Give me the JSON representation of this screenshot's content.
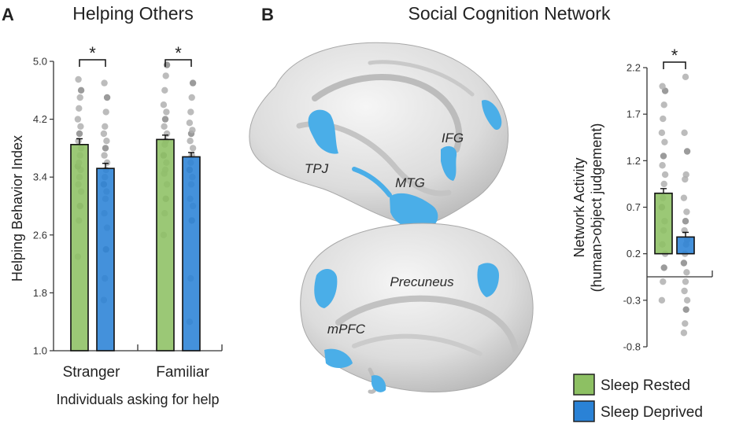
{
  "panel_a": {
    "letter": "A",
    "title": "Helping Others"
  },
  "panel_b": {
    "letter": "B",
    "title": "Social Cognition Network",
    "regions": [
      "TPJ",
      "IFG",
      "MTG",
      "Precuneus",
      "mPFC"
    ]
  },
  "legend": {
    "items": [
      {
        "label": "Sleep Rested",
        "color": "#8dc063"
      },
      {
        "label": "Sleep Deprived",
        "color": "#2a82d6"
      }
    ]
  },
  "colors": {
    "rested": "#8dc063",
    "deprived": "#2a82d6",
    "brain_blob": "#4aaee8",
    "dots": "#b0b0b0",
    "dots_dark": "#8a8a8a"
  },
  "chart_data": [
    {
      "type": "bar",
      "title": "Helping Others",
      "ylabel": "Helping Behavior Index",
      "xlabel": "Individuals asking for help",
      "categories": [
        "Stranger",
        "Familiar"
      ],
      "ylim": [
        1.0,
        5.0
      ],
      "yticks": [
        "1.0",
        "1.8",
        "2.6",
        "3.4",
        "4.2",
        "5.0"
      ],
      "significance": [
        "*",
        "*"
      ],
      "series": [
        {
          "name": "Sleep Rested",
          "values": [
            3.85,
            3.92
          ],
          "sem": [
            0.08,
            0.06
          ],
          "points": [
            [
              2.3,
              2.8,
              3.0,
              3.2,
              3.3,
              3.4,
              3.5,
              3.55,
              3.6,
              3.7,
              3.8,
              3.9,
              4.0,
              4.1,
              4.2,
              4.35,
              4.5,
              4.6,
              4.75
            ],
            [
              2.6,
              2.9,
              3.1,
              3.3,
              3.45,
              3.5,
              3.6,
              3.7,
              3.85,
              3.9,
              4.0,
              4.1,
              4.2,
              4.3,
              4.4,
              4.6,
              4.8,
              4.95
            ]
          ]
        },
        {
          "name": "Sleep Deprived",
          "values": [
            3.52,
            3.68
          ],
          "sem": [
            0.07,
            0.06
          ],
          "points": [
            [
              1.7,
              2.0,
              2.4,
              2.7,
              2.9,
              3.1,
              3.2,
              3.3,
              3.4,
              3.5,
              3.6,
              3.7,
              3.8,
              3.9,
              4.0,
              4.1,
              4.3,
              4.5,
              4.7
            ],
            [
              1.4,
              2.0,
              2.8,
              3.0,
              3.1,
              3.3,
              3.4,
              3.5,
              3.6,
              3.7,
              3.8,
              3.9,
              4.0,
              4.05,
              4.15,
              4.3,
              4.5,
              4.7
            ]
          ]
        }
      ]
    },
    {
      "type": "bar",
      "ylabel": "Network Activity (human>object judgement)",
      "ylabel_lines": [
        "Network Activity",
        "(human>object judgement)"
      ],
      "categories": [
        ""
      ],
      "ylim": [
        -0.8,
        2.2
      ],
      "yticks": [
        "-0.8",
        "-0.3",
        "0.2",
        "0.7",
        "1.2",
        "1.7",
        "2.2"
      ],
      "significance": [
        "*"
      ],
      "series": [
        {
          "name": "Sleep Rested",
          "values": [
            0.85
          ],
          "sem": [
            0.05
          ],
          "points": [
            [
              -0.3,
              -0.1,
              0.05,
              0.2,
              0.3,
              0.45,
              0.55,
              0.7,
              0.8,
              0.95,
              1.05,
              1.15,
              1.25,
              1.4,
              1.5,
              1.65,
              1.8,
              1.95,
              2.0
            ]
          ]
        },
        {
          "name": "Sleep Deprived",
          "values": [
            0.38
          ],
          "sem": [
            0.05
          ],
          "points": [
            [
              -0.65,
              -0.55,
              -0.4,
              -0.3,
              -0.2,
              -0.1,
              0.0,
              0.1,
              0.2,
              0.3,
              0.35,
              0.45,
              0.55,
              0.65,
              0.8,
              1.0,
              1.05,
              1.3,
              1.5,
              2.1
            ]
          ]
        }
      ]
    }
  ]
}
